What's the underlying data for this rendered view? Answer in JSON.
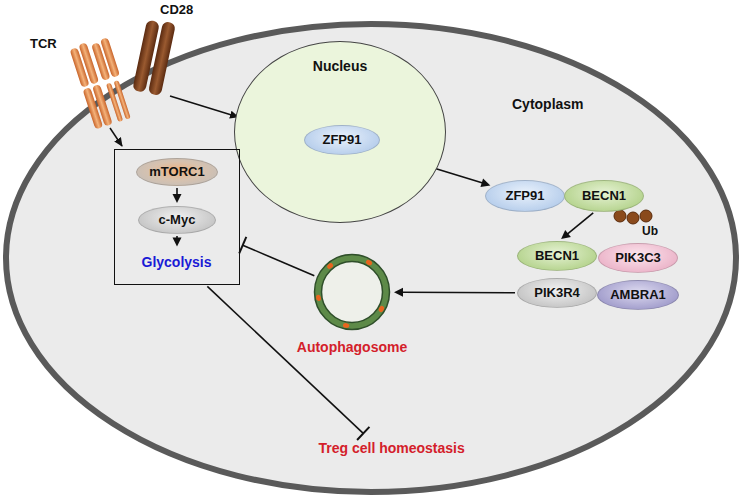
{
  "diagram": {
    "nodes": [
      {
        "text": [
          "Nucleus"
        ]
      },
      {
        "text": [
          "ZFP91"
        ],
        "in": 0
      },
      {
        "text": [
          "ZFP91"
        ]
      },
      {
        "text": [
          "BECN1"
        ]
      },
      {
        "text": [
          "BECN1"
        ]
      },
      {
        "text": [
          "PIK3C3"
        ]
      },
      {
        "text": [
          "PIK3R4"
        ]
      },
      {
        "text": [
          "AMBRA1"
        ]
      },
      {
        "text": [
          "Autophagosome"
        ]
      },
      {
        "text": []
      },
      {
        "text": [
          "mTORC1"
        ],
        "in": 9
      },
      {
        "text": [
          "c-Myc"
        ],
        "in": 9
      },
      {
        "text": [
          "Glycolysis"
        ],
        "in": 9
      },
      {
        "text": [
          "Treg cell homeostasis"
        ]
      }
    ],
    "edges": [
      {
        "from": 1,
        "to": 2,
        "arrow": "to"
      },
      {
        "from": 3,
        "to": 4,
        "arrow": "to"
      },
      {
        "from": 6,
        "to": 8,
        "arrow": "to"
      },
      {
        "from": 8,
        "to": 9,
        "arrow": "to"
      },
      {
        "from": 10,
        "to": 11,
        "arrow": "to"
      },
      {
        "from": 11,
        "to": 12,
        "arrow": "to"
      },
      {
        "from": 9,
        "to": 13,
        "arrow": "to"
      }
    ],
    "labels": [
      "TCR",
      "CD28",
      "Cytoplasm",
      "Ub"
    ]
  }
}
